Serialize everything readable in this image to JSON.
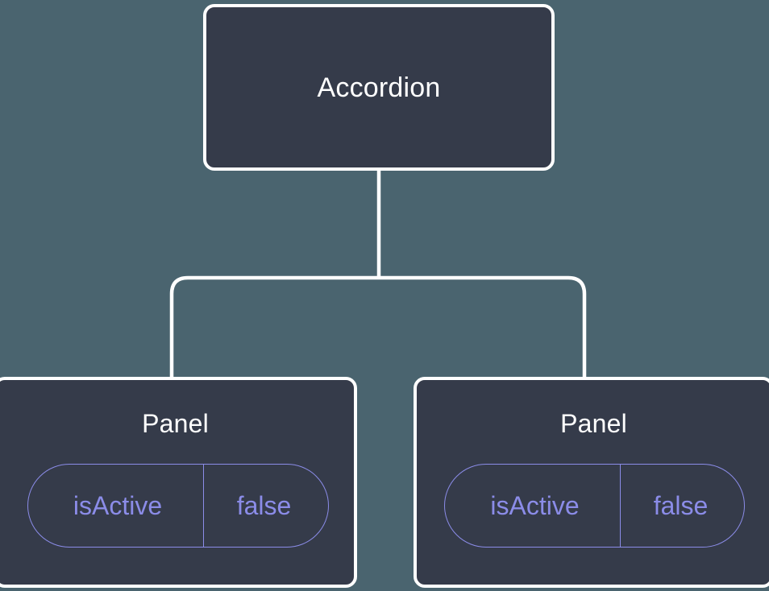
{
  "diagram": {
    "type": "component-tree",
    "background_color": "#4a646f",
    "node_fill_color": "#353b4a",
    "node_border_color": "#ffffff",
    "connector_color": "#ffffff",
    "prop_accent_color": "#8b8ce8",
    "root": {
      "label": "Accordion"
    },
    "children": [
      {
        "label": "Panel",
        "props": [
          {
            "key": "isActive",
            "value": "false"
          }
        ]
      },
      {
        "label": "Panel",
        "props": [
          {
            "key": "isActive",
            "value": "false"
          }
        ]
      }
    ]
  }
}
